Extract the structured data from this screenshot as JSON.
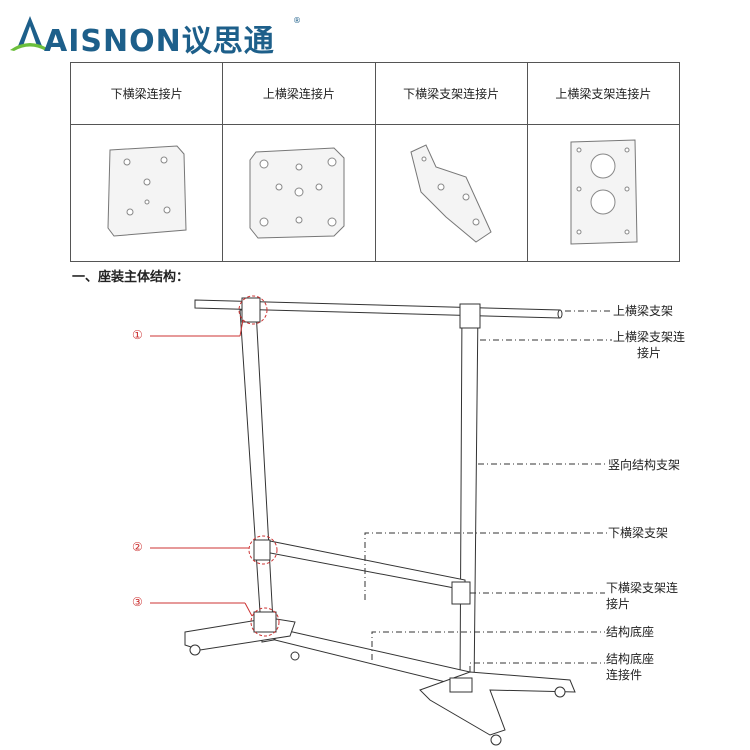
{
  "brand": {
    "name": "AISNON",
    "chinese": "议思通",
    "registered": "®",
    "colors": {
      "primary": "#1d5f8a",
      "accent": "#6cbf3c"
    }
  },
  "parts_table": {
    "headers": [
      "下横梁连接片",
      "上横梁连接片",
      "下横梁支架连接片",
      "上横梁支架连接片"
    ]
  },
  "section_title": "一、座装主体结构：",
  "callouts": [
    "①",
    "②",
    "③"
  ],
  "labels": {
    "top_beam": "上横梁支架",
    "top_beam_plate": "上横梁支架连接片",
    "upright": "竖向结构支架",
    "lower_beam": "下横梁支架",
    "lower_beam_plate": "下横梁支架连接片",
    "base": "结构底座",
    "base_connector": "结构底座连接件"
  }
}
